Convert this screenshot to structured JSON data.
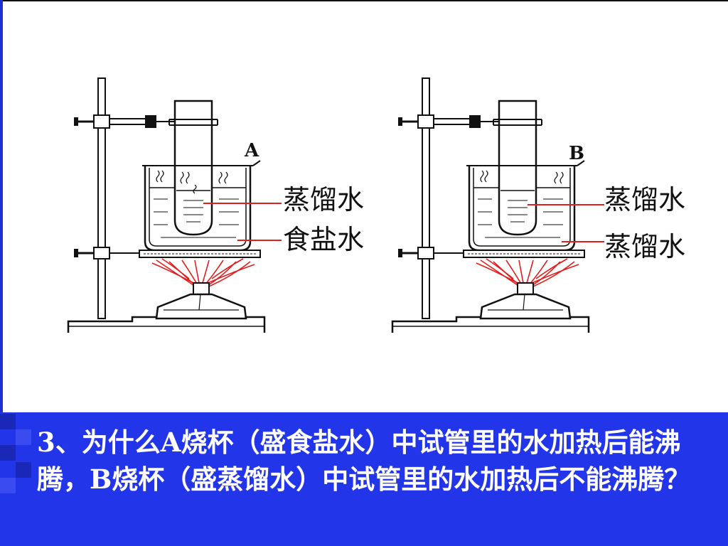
{
  "apparatus": [
    {
      "letter": "A",
      "inner_label": "蒸馏水",
      "outer_label": "食盐水"
    },
    {
      "letter": "B",
      "inner_label": "蒸馏水",
      "outer_label": "蒸馏水"
    }
  ],
  "question": "3、为什么A烧杯（盛食盐水）中试管里的水加热后能沸腾，B烧杯（盛蒸馏水）中试管里的水加热后不能沸腾？",
  "colors": {
    "panel": "#2235e8",
    "flame": "#e02020",
    "pointer": "#e02020",
    "ink": "#111111"
  }
}
